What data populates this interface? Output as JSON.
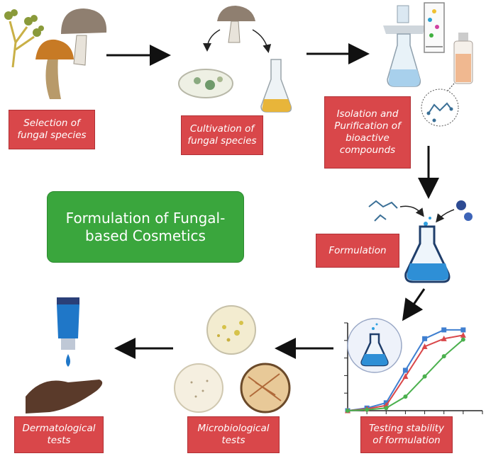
{
  "title": "Formulation of Fungal-\nbased Cosmetics",
  "steps": [
    {
      "label": "Selection of\nfungal species"
    },
    {
      "label": "Cultivation of\nfungal species"
    },
    {
      "label": "Isolation and\nPurification of\nbioactive\ncompounds"
    },
    {
      "label": "Formulation"
    },
    {
      "label": "Testing stability\nof formulation"
    },
    {
      "label": "Microbiological\ntests"
    },
    {
      "label": "Dermatological\ntests"
    }
  ],
  "chart_data": {
    "type": "line",
    "x": [
      0,
      1,
      2,
      3,
      4,
      5,
      6,
      7
    ],
    "series": [
      {
        "color": "#3f7fd0",
        "marker": "square",
        "values": [
          0,
          0.3,
          0.9,
          4.6,
          8.2,
          9.2,
          9.2,
          null
        ]
      },
      {
        "color": "#d9474a",
        "marker": "triangle",
        "values": [
          0,
          0.2,
          0.6,
          3.9,
          7.3,
          8.2,
          8.6,
          null
        ]
      },
      {
        "color": "#4bb04e",
        "marker": "circle",
        "values": [
          0,
          0.1,
          0.3,
          1.6,
          3.9,
          6.2,
          8.1,
          null
        ]
      }
    ],
    "ylim": [
      0,
      10
    ],
    "grid": false
  },
  "colors": {
    "label_bg": "#d9474a",
    "title_bg": "#3aa63d",
    "arrow": "#111111"
  }
}
